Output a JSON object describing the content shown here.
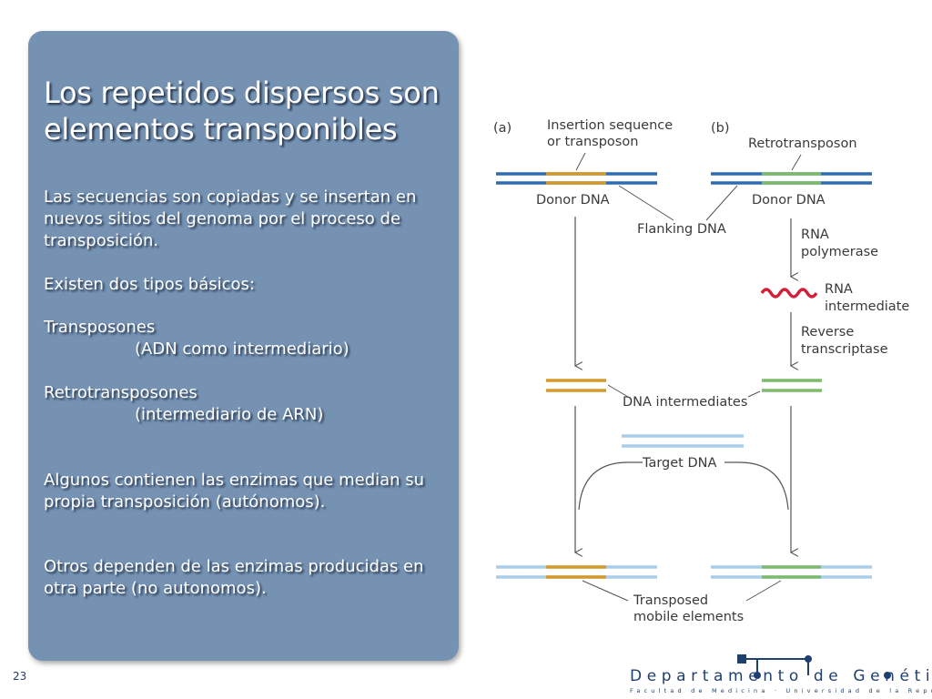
{
  "slide": {
    "title": "Los repetidos dispersos son elementos transponibles",
    "para1": "Las secuencias son copiadas y se insertan en nuevos sitios del genoma por el proceso de transposición.",
    "para2": "Existen dos tipos básicos:",
    "type1_name": "Transposones",
    "type1_note": "(ADN como intermediario)",
    "type2_name": "Retrotransposones",
    "type2_note": "(intermediario de ARN)",
    "para3": "Algunos contienen las enzimas que median su propia transposición (autónomos).",
    "para4": "Otros dependen de las enzimas producidas en otra parte (no autonomos).",
    "number": "23"
  },
  "diagram": {
    "panel_a": "(a)",
    "panel_b": "(b)",
    "insertion_line1": "Insertion sequence",
    "insertion_line2": "or transposon",
    "retrotransposon": "Retrotransposon",
    "donor_a": "Donor DNA",
    "donor_b": "Donor DNA",
    "flanking": "Flanking DNA",
    "rna_pol_line1": "RNA",
    "rna_pol_line2": "polymerase",
    "rna_int_line1": "RNA",
    "rna_int_line2": "intermediate",
    "rt_line1": "Reverse",
    "rt_line2": "transcriptase",
    "dna_intermediates": "DNA intermediates",
    "target_dna": "Target DNA",
    "transposed_line1": "Transposed",
    "transposed_line2": "mobile elements"
  },
  "colors": {
    "panel": "#7592b3",
    "dna_dark_blue": "#2d6cb3",
    "dna_light_blue": "#a9cde8",
    "transposon_orange": "#d69a2a",
    "retro_green": "#7dbb6b",
    "rna_red": "#d0203a"
  },
  "logo": {
    "department": "Departamento de Genética",
    "faculty": "Facultad de Medicina · Universidad de la República"
  }
}
